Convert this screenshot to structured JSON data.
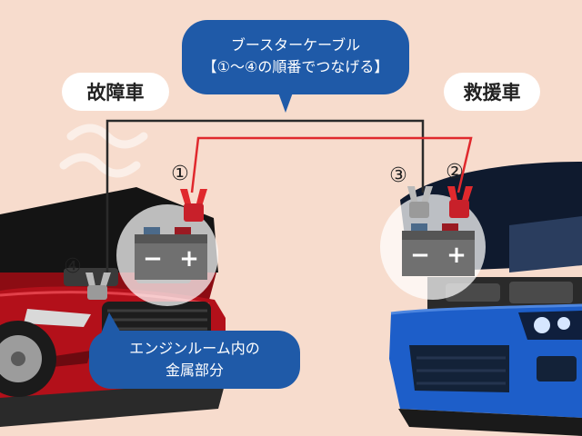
{
  "labels": {
    "broken_car": "故障車",
    "rescue_car": "救援車"
  },
  "cable_bubble": {
    "line1": "ブースターケーブル",
    "line2": "【①〜④の順番でつなげる】"
  },
  "engine_bubble": {
    "line1": "エンジンルーム内の",
    "line2": "金属部分"
  },
  "steps": [
    "①",
    "②",
    "③",
    "④"
  ],
  "battery_left": {
    "minus": "−",
    "plus": "+"
  },
  "battery_right": {
    "minus": "−",
    "plus": "+"
  },
  "colors": {
    "background": "#f7dccd",
    "bubble": "#1f5aa8",
    "red_cable": "#e0292d",
    "black_cable": "#2a2a2a",
    "broken_car_body": "#b3101a",
    "rescue_car_body": "#1d5ec9"
  }
}
